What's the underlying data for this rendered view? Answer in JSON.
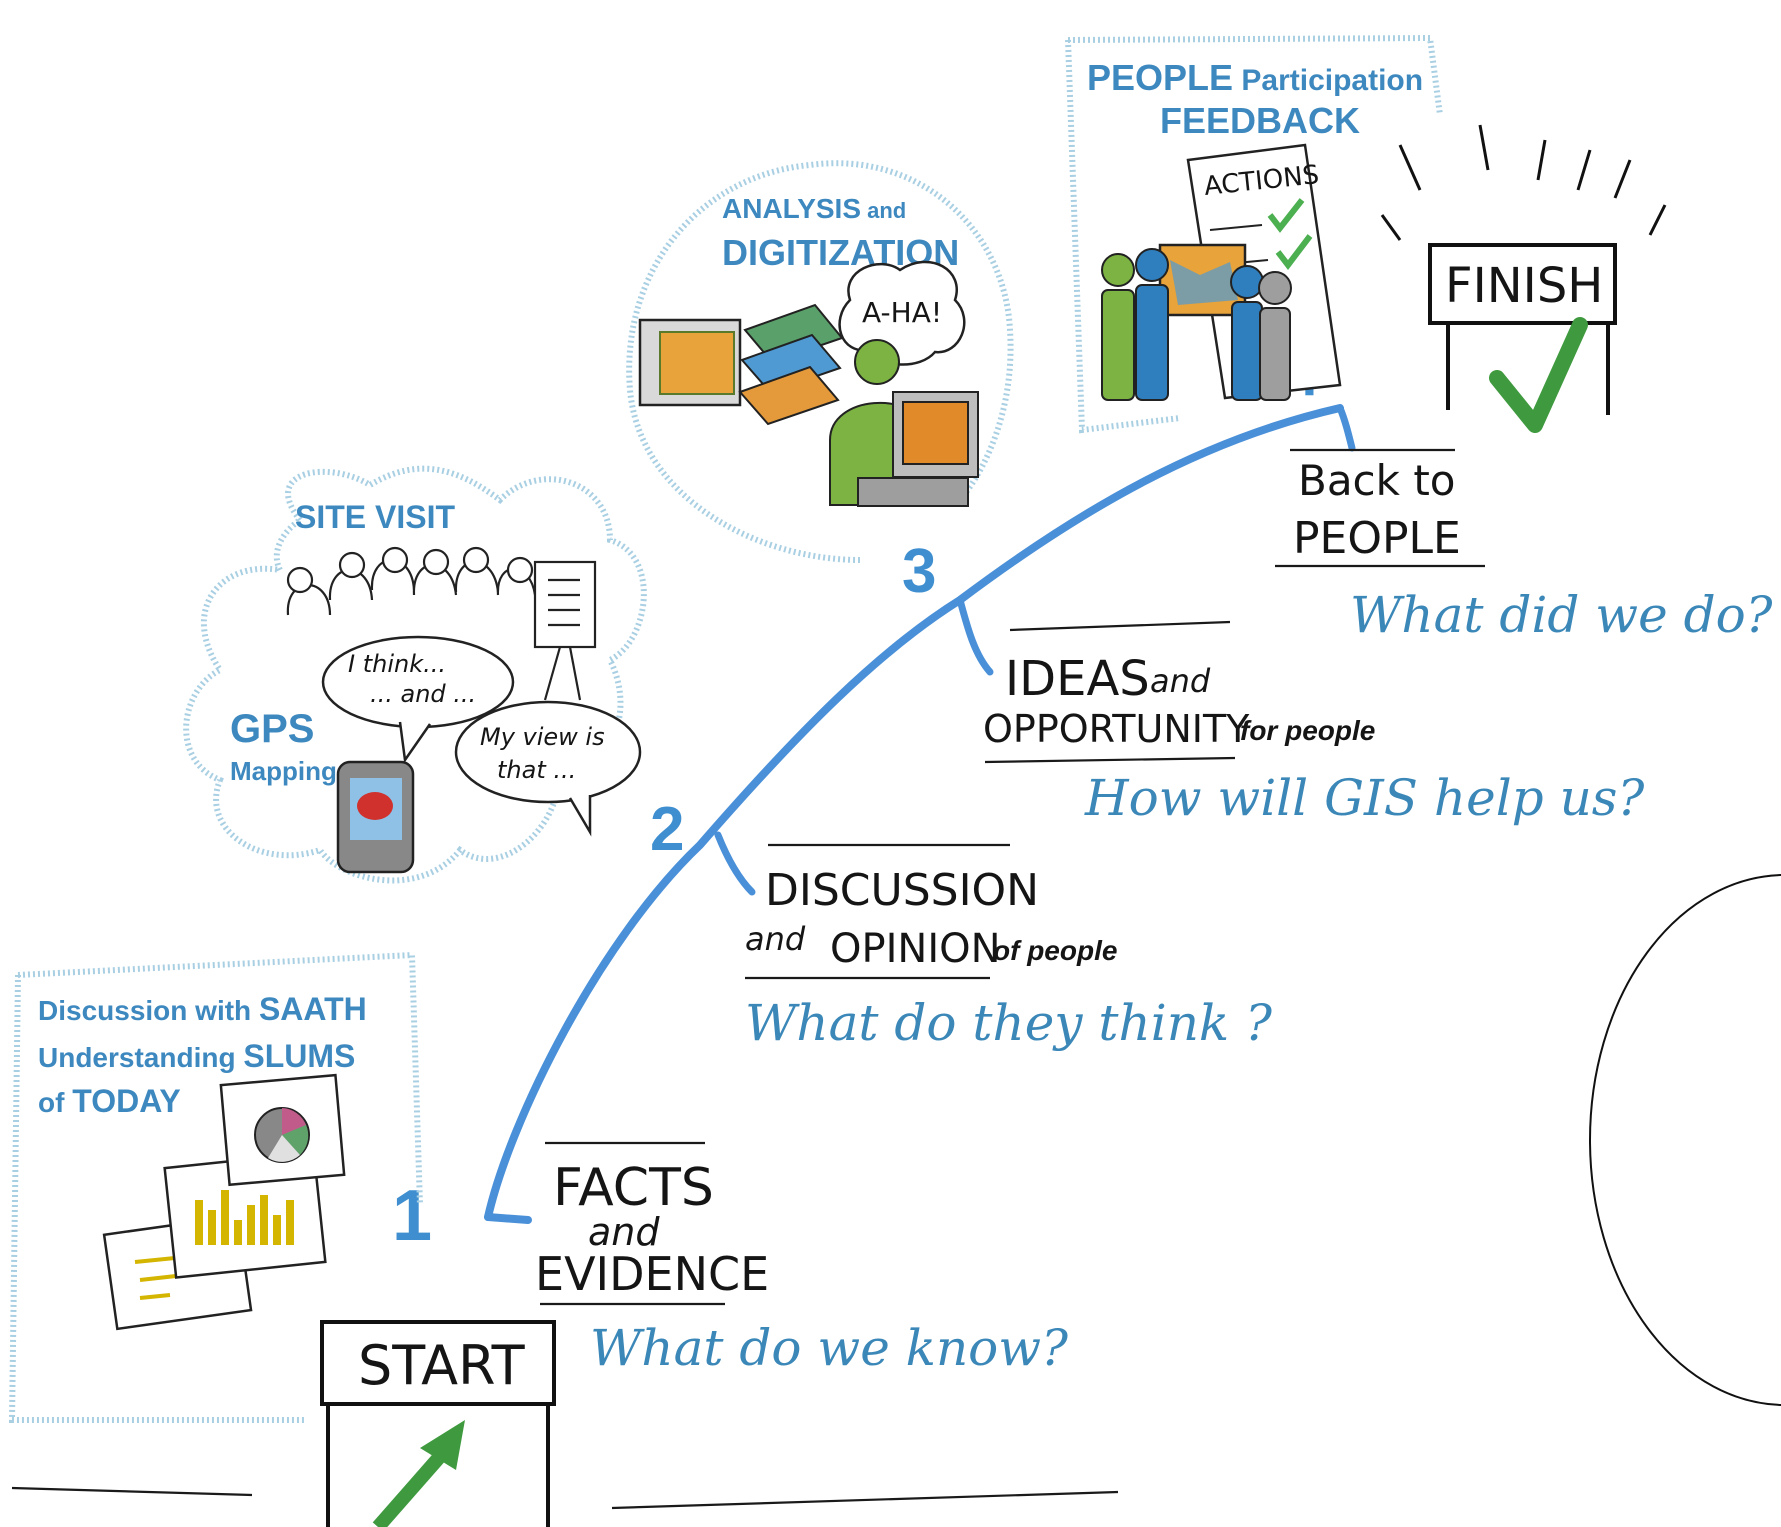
{
  "colors": {
    "path_blue": "#4a90d9",
    "label_blue": "#3d88bf",
    "check_green": "#3f9a3f",
    "ink": "#151515",
    "frame_blue": "#a9cfe3"
  },
  "signs": {
    "start": "START",
    "finish": "FINISH"
  },
  "steps": [
    {
      "number": "1",
      "title_line1": "FACTS",
      "title_line2": "and",
      "title_line3": "EVIDENCE",
      "question": "What do we know?"
    },
    {
      "number": "2",
      "title_line1": "DISCUSSION",
      "title_line2": "and",
      "title_line3": "OPINION",
      "suffix": "of people",
      "question": "What do they think ?"
    },
    {
      "number": "3",
      "title_line1": "IDEAS",
      "title_line2": "and",
      "title_line3": "OPPORTUNITY",
      "suffix": "for people",
      "question": "How will GIS help us?"
    },
    {
      "number": "4",
      "title_line1": "Back to",
      "title_line2": "PEOPLE",
      "question": "What did we do?"
    }
  ],
  "panels": {
    "saath": {
      "line1a": "Discussion with ",
      "line1b": "SAATH",
      "line2a": "Understanding ",
      "line2b": "SLUMS",
      "line3a": "of ",
      "line3b": "TODAY"
    },
    "site_visit": {
      "title": "SITE VISIT",
      "gps": "GPS",
      "mapping": "Mapping",
      "bubble1_line1": "I think...",
      "bubble1_line2": "... and ...",
      "bubble2_line1": "My view is",
      "bubble2_line2": "that ..."
    },
    "analysis": {
      "line1a": "ANALYSIS",
      "line1b": " and",
      "line2": "DIGITIZATION",
      "aha": "A-HA!"
    },
    "people": {
      "line1a": "PEOPLE",
      "line1b": " Participation",
      "line2": "FEEDBACK",
      "actions": "ACTIONS"
    }
  }
}
